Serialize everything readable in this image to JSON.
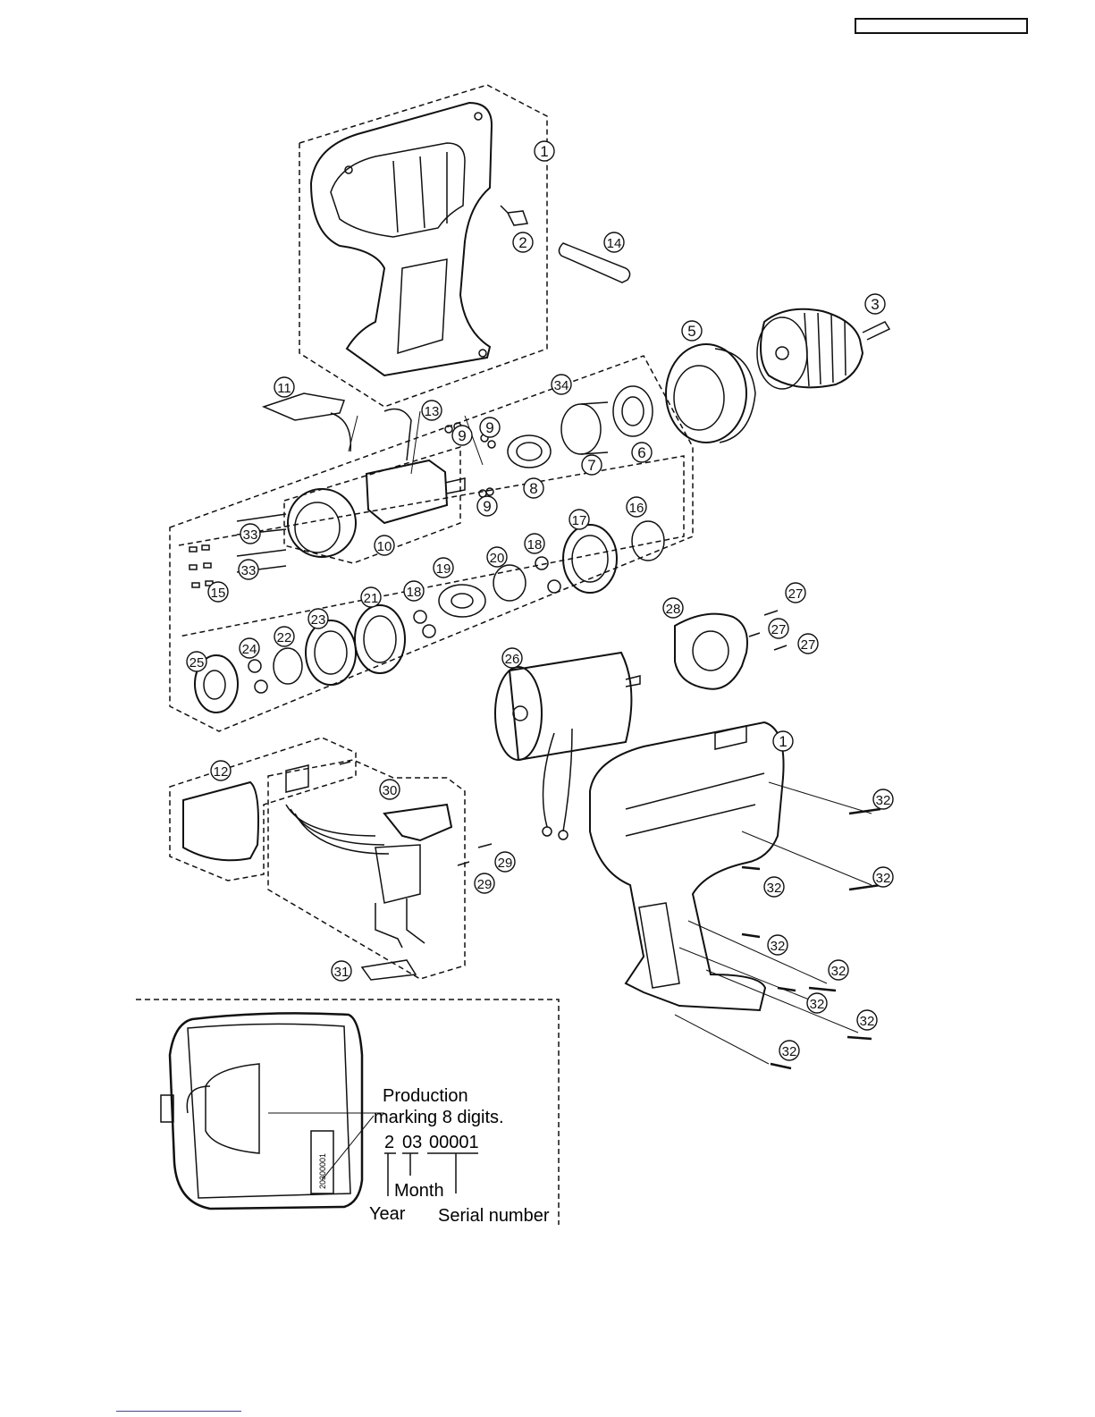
{
  "header": {
    "doc_code": ""
  },
  "callouts": [
    {
      "id": "c1a",
      "label": "1"
    },
    {
      "id": "c2",
      "label": "2"
    },
    {
      "id": "c14",
      "label": "14"
    },
    {
      "id": "c3",
      "label": "3"
    },
    {
      "id": "c5",
      "label": "5"
    },
    {
      "id": "c34",
      "label": "34"
    },
    {
      "id": "c11",
      "label": "11"
    },
    {
      "id": "c13",
      "label": "13"
    },
    {
      "id": "c9a",
      "label": "9"
    },
    {
      "id": "c9b",
      "label": "9"
    },
    {
      "id": "c9c",
      "label": "9"
    },
    {
      "id": "c8",
      "label": "8"
    },
    {
      "id": "c7",
      "label": "7"
    },
    {
      "id": "c6",
      "label": "6"
    },
    {
      "id": "c10",
      "label": "10"
    },
    {
      "id": "c33a",
      "label": "33"
    },
    {
      "id": "c33b",
      "label": "33"
    },
    {
      "id": "c15",
      "label": "15"
    },
    {
      "id": "c16",
      "label": "16"
    },
    {
      "id": "c17",
      "label": "17"
    },
    {
      "id": "c18a",
      "label": "18"
    },
    {
      "id": "c18b",
      "label": "18"
    },
    {
      "id": "c19",
      "label": "19"
    },
    {
      "id": "c20",
      "label": "20"
    },
    {
      "id": "c21",
      "label": "21"
    },
    {
      "id": "c22",
      "label": "22"
    },
    {
      "id": "c23",
      "label": "23"
    },
    {
      "id": "c24",
      "label": "24"
    },
    {
      "id": "c25",
      "label": "25"
    },
    {
      "id": "c26",
      "label": "26"
    },
    {
      "id": "c27a",
      "label": "27"
    },
    {
      "id": "c27b",
      "label": "27"
    },
    {
      "id": "c27c",
      "label": "27"
    },
    {
      "id": "c28",
      "label": "28"
    },
    {
      "id": "c1b",
      "label": "1"
    },
    {
      "id": "c12",
      "label": "12"
    },
    {
      "id": "c30",
      "label": "30"
    },
    {
      "id": "c29a",
      "label": "29"
    },
    {
      "id": "c29b",
      "label": "29"
    },
    {
      "id": "c31",
      "label": "31"
    },
    {
      "id": "c32a",
      "label": "32"
    },
    {
      "id": "c32b",
      "label": "32"
    },
    {
      "id": "c32c",
      "label": "32"
    },
    {
      "id": "c32d",
      "label": "32"
    },
    {
      "id": "c32e",
      "label": "32"
    },
    {
      "id": "c32f",
      "label": "32"
    },
    {
      "id": "c32g",
      "label": "32"
    },
    {
      "id": "c32h",
      "label": "32"
    }
  ],
  "production_note": {
    "line1": "Production",
    "line2": "marking 8 digits.",
    "code_year": "2",
    "code_month": "03",
    "code_serial": "00001",
    "label_month": "Month",
    "label_year": "Year",
    "label_serial": "Serial number",
    "stamp_text": "20300001"
  }
}
